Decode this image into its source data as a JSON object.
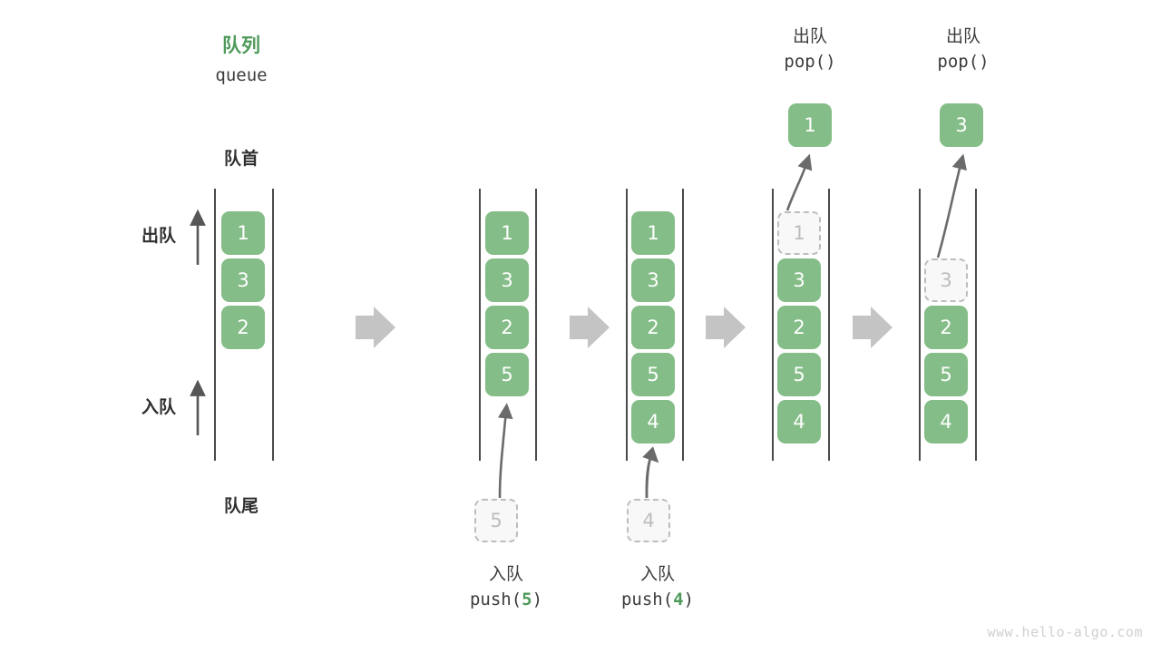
{
  "meta": {
    "watermark": "www.hello-algo.com",
    "colors": {
      "accent_green": "#4e9a5a",
      "cell_fill": "#84bd87",
      "cell_text": "#ffffff",
      "ghost_border": "#bdbdbd",
      "ghost_text": "#bdbdbd",
      "tube_line": "#4a4a4a",
      "arrow_gray": "#c4c4c4",
      "motion_arrow": "#6b6b6b",
      "text": "#3c3c3c"
    }
  },
  "header": {
    "title_cn": "队列",
    "title_en": "queue"
  },
  "labels": {
    "front": "队首",
    "rear": "队尾",
    "dequeue": "出队",
    "enqueue": "入队"
  },
  "stages": [
    {
      "id": "initial",
      "cells": [
        "1",
        "3",
        "2"
      ],
      "ghost_index": -1,
      "incoming": null,
      "caption_cn": null,
      "caption_code": null,
      "popped": null,
      "pop_caption_cn": null,
      "pop_caption_code": null
    },
    {
      "id": "push-5",
      "cells": [
        "1",
        "3",
        "2",
        "5"
      ],
      "ghost_index": -1,
      "incoming": "5",
      "caption_cn": "入队",
      "caption_code": "push(5)",
      "caption_code_arg": "5",
      "popped": null,
      "pop_caption_cn": null,
      "pop_caption_code": null
    },
    {
      "id": "push-4",
      "cells": [
        "1",
        "3",
        "2",
        "5",
        "4"
      ],
      "ghost_index": -1,
      "incoming": "4",
      "caption_cn": "入队",
      "caption_code": "push(4)",
      "caption_code_arg": "4",
      "popped": null,
      "pop_caption_cn": null,
      "pop_caption_code": null
    },
    {
      "id": "pop-1",
      "cells": [
        "1",
        "3",
        "2",
        "5",
        "4"
      ],
      "ghost_index": 0,
      "incoming": null,
      "caption_cn": null,
      "caption_code": null,
      "popped": "1",
      "pop_caption_cn": "出队",
      "pop_caption_code": "pop()"
    },
    {
      "id": "pop-3",
      "cells": [
        "",
        "3",
        "2",
        "5",
        "4"
      ],
      "ghost_index": 1,
      "incoming": null,
      "caption_cn": null,
      "caption_code": null,
      "popped": "3",
      "pop_caption_cn": "出队",
      "pop_caption_code": "pop()"
    }
  ],
  "separators": [
    "arrow-right-icon",
    "arrow-right-icon",
    "arrow-right-icon",
    "arrow-right-icon"
  ]
}
